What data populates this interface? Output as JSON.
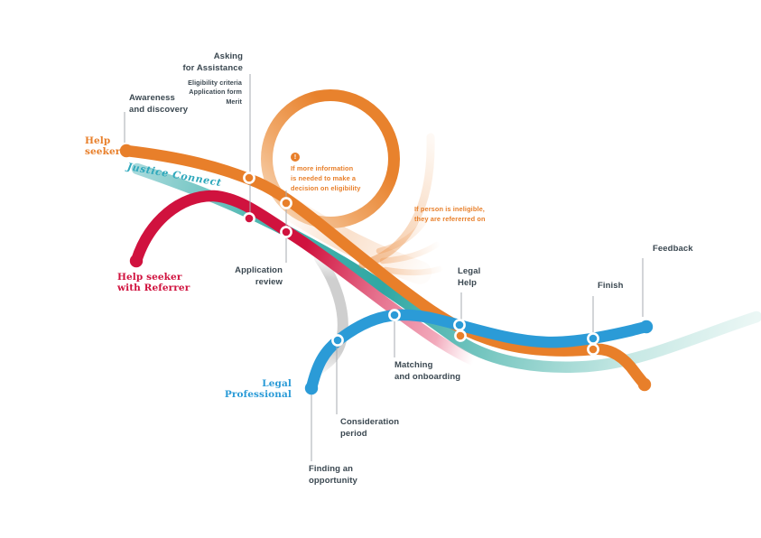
{
  "title": "Justice Connect help seeker and legal professional journey map",
  "personas": {
    "help_seeker": {
      "label": "Help\nseeker",
      "color": "#E87F2A"
    },
    "justice_connect": {
      "label": "Justice Connect",
      "color": "#2FA8BC"
    },
    "help_seeker_referrer": {
      "label": "Help seeker\nwith Referrer",
      "color": "#D0123E"
    },
    "legal_professional": {
      "label": "Legal\nProfessional",
      "color": "#2B9BD7"
    }
  },
  "stages": {
    "awareness": "Awareness\nand discovery",
    "asking": "Asking\nfor Assistance",
    "criteria": "Eligibility criteria\nApplication form\nMerit",
    "application_review": "Application\nreview",
    "finding": "Finding an\nopportunity",
    "consideration": "Consideration\nperiod",
    "matching": "Matching\nand onboarding",
    "legal_help": "Legal\nHelp",
    "finish": "Finish",
    "feedback": "Feedback"
  },
  "annotations": {
    "alert_icon": "!",
    "more_info": "If more information\nis needed to make a\ndecision on eligibility",
    "ineligible": "If person is ineligible,\nthey are refererred on"
  },
  "colors": {
    "orange": "#E87F2A",
    "red": "#D0123E",
    "pink_fade": "#F2A9BB",
    "teal": "#2FA7A3",
    "teal_light": "#A6D9DB",
    "blue": "#2B9BD7",
    "gray_band": "#CFCFCF",
    "label_text": "#3A4750",
    "connector": "#A7ABB0"
  }
}
